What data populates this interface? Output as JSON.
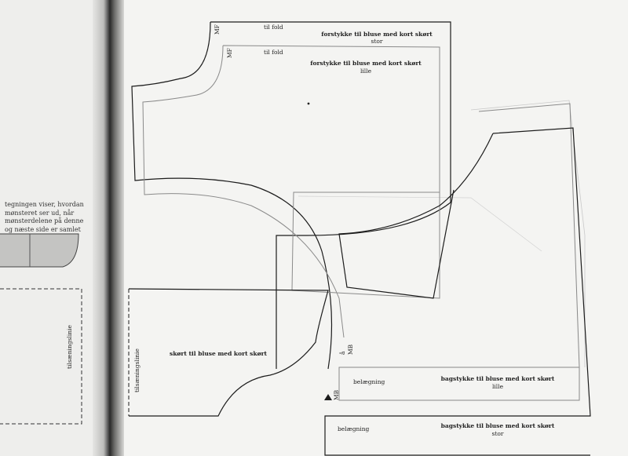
{
  "left_page": {
    "caption_lines": [
      "tegningen viser, hvordan",
      "mønsteret ser ud, når",
      "mønsterdelene på denne",
      "og næste side er samlet"
    ],
    "seam_label": "tilsæningslinie"
  },
  "pieces": {
    "front_large": {
      "mf": "MF",
      "fold": "til fold",
      "title": "forstykke til bluse med kort skørt",
      "size": "stor"
    },
    "front_small": {
      "mf": "MF",
      "fold": "til fold",
      "title": "forstykke til bluse med kort skørt",
      "size": "lille"
    },
    "skirt": {
      "title": "skørt til bluse med kort skørt",
      "seam_label": "tilsæningslinie"
    },
    "back_small": {
      "mb": "MB",
      "mark": "å",
      "facing": "belægning",
      "title": "bagstykke til bluse med kort skørt",
      "size": "lille"
    },
    "back_large": {
      "mb": "MB",
      "facing": "belægning",
      "title": "bagstykke til bluse med kort skørt",
      "size": "stor"
    }
  }
}
